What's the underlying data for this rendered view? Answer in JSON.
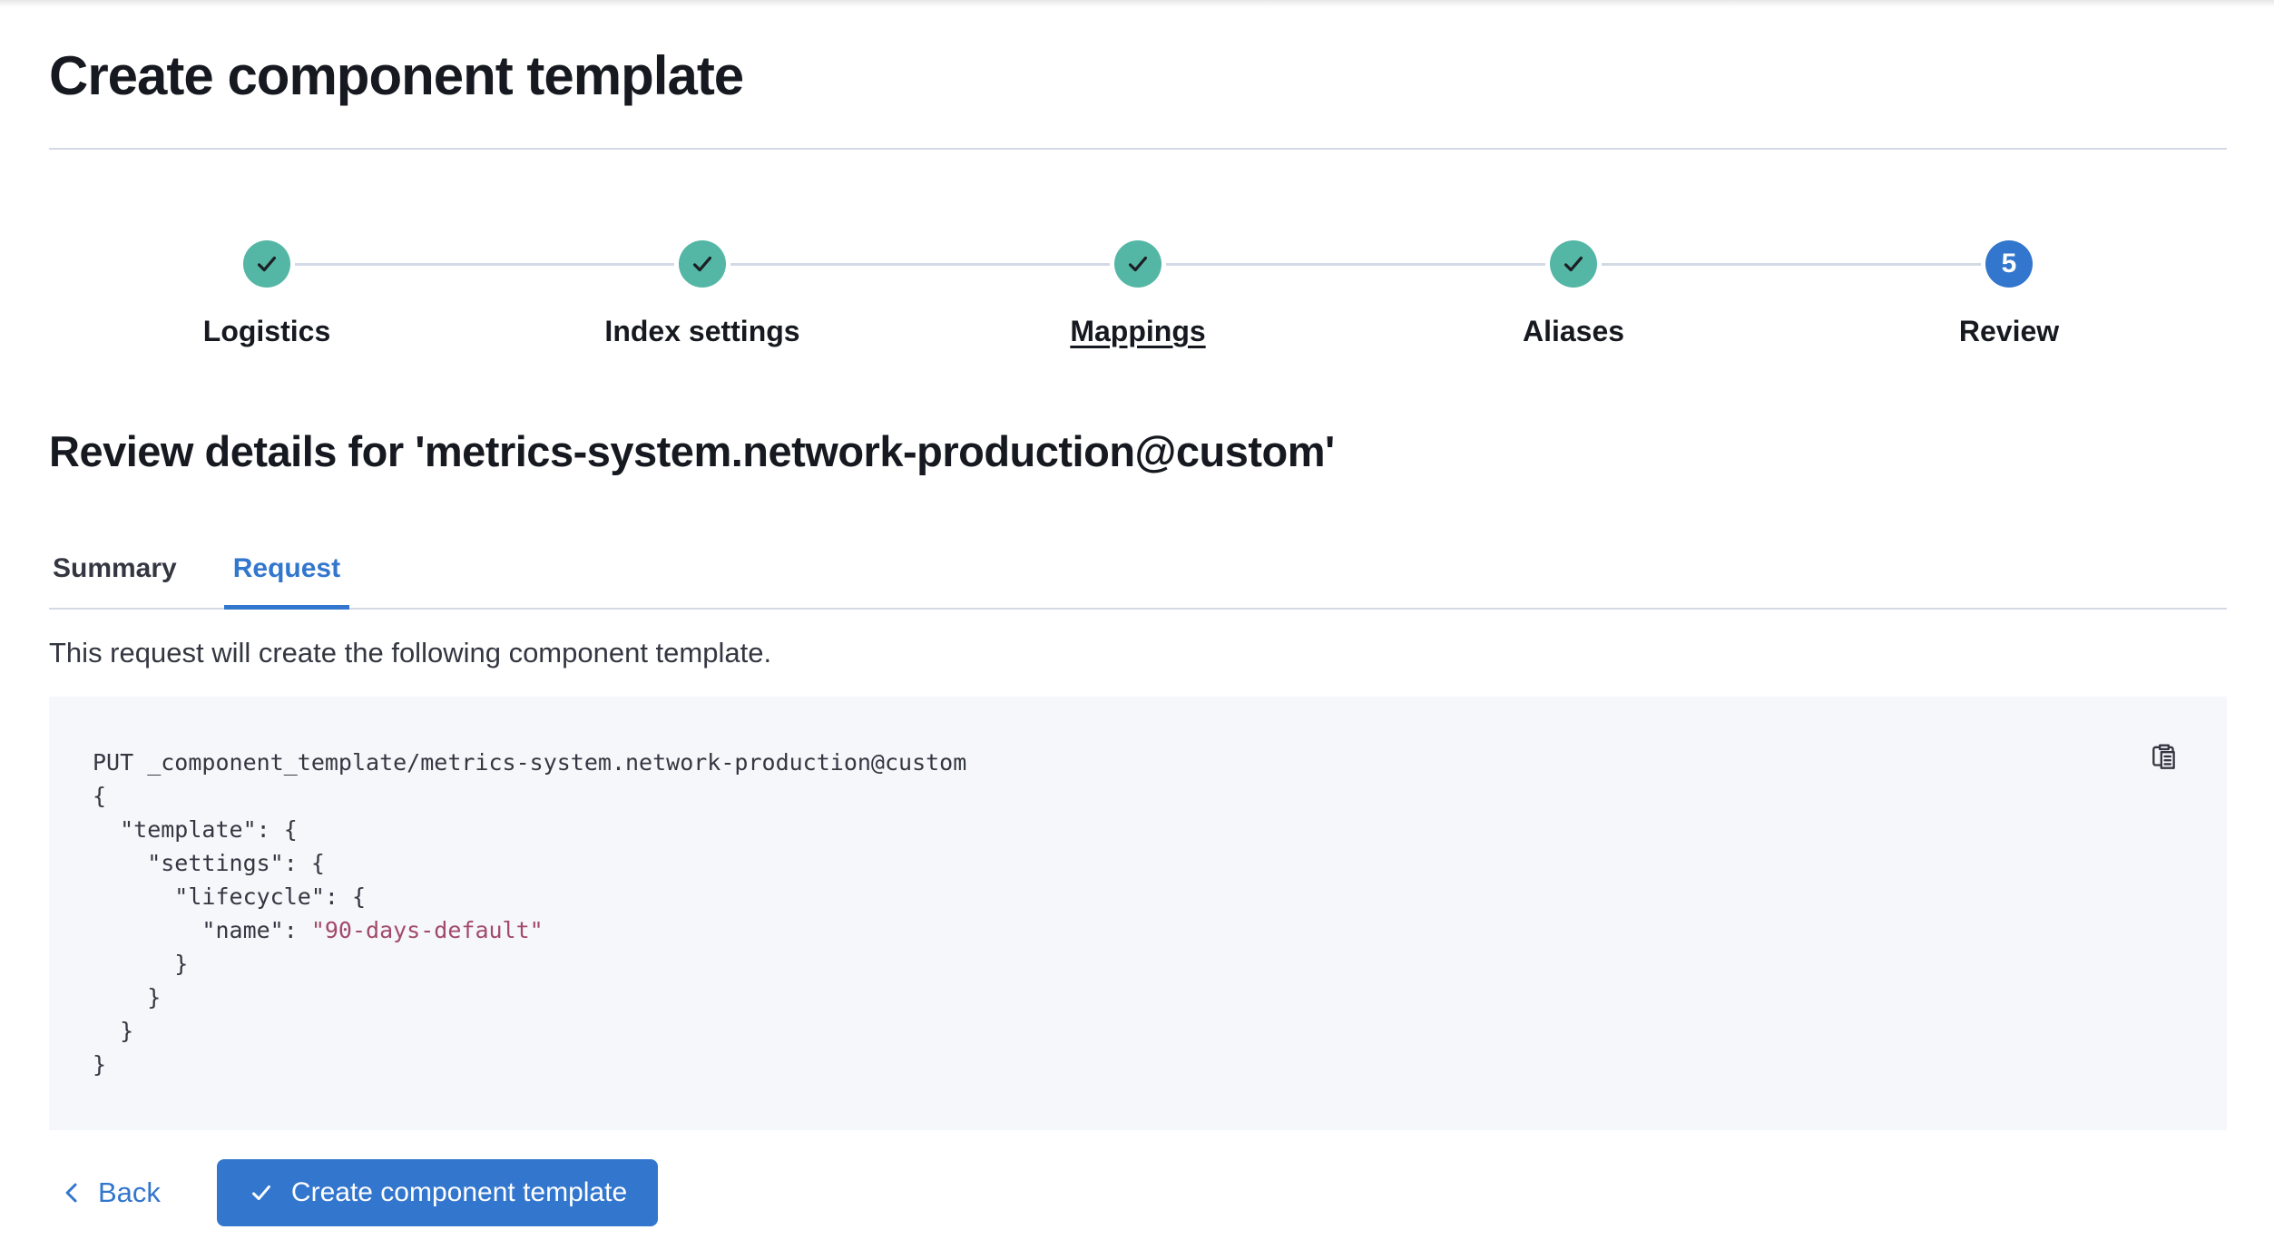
{
  "page": {
    "title": "Create component template",
    "review_heading": "Review details for 'metrics-system.network-production@custom'",
    "description": "This request will create the following component template."
  },
  "steps": {
    "items": [
      {
        "label": "Logistics",
        "state": "complete",
        "icon": "check-icon",
        "hovered": false,
        "interactable": true
      },
      {
        "label": "Index settings",
        "state": "complete",
        "icon": "check-icon",
        "hovered": false,
        "interactable": true
      },
      {
        "label": "Mappings",
        "state": "complete",
        "icon": "check-icon",
        "hovered": true,
        "interactable": true
      },
      {
        "label": "Aliases",
        "state": "complete",
        "icon": "check-icon",
        "hovered": false,
        "interactable": true
      },
      {
        "label": "Review",
        "state": "current",
        "number": "5",
        "hovered": false,
        "interactable": false
      }
    ]
  },
  "tabs": {
    "items": [
      {
        "label": "Summary",
        "active": false
      },
      {
        "label": "Request",
        "active": true
      }
    ]
  },
  "code_block": {
    "copy_icon": "copy-clipboard-icon",
    "lines": [
      {
        "segments": [
          {
            "text": "PUT _component_template/metrics-system.network-production@custom",
            "type": "plain"
          }
        ]
      },
      {
        "segments": [
          {
            "text": "{",
            "type": "plain"
          }
        ]
      },
      {
        "segments": [
          {
            "text": "  \"template\": {",
            "type": "plain"
          }
        ]
      },
      {
        "segments": [
          {
            "text": "    \"settings\": {",
            "type": "plain"
          }
        ]
      },
      {
        "segments": [
          {
            "text": "      \"lifecycle\": {",
            "type": "plain"
          }
        ]
      },
      {
        "segments": [
          {
            "text": "        \"name\": ",
            "type": "plain"
          },
          {
            "text": "\"90-days-default\"",
            "type": "string"
          }
        ]
      },
      {
        "segments": [
          {
            "text": "      }",
            "type": "plain"
          }
        ]
      },
      {
        "segments": [
          {
            "text": "    }",
            "type": "plain"
          }
        ]
      },
      {
        "segments": [
          {
            "text": "  }",
            "type": "plain"
          }
        ]
      },
      {
        "segments": [
          {
            "text": "}",
            "type": "plain"
          }
        ]
      }
    ]
  },
  "footer": {
    "back_label": "Back",
    "back_icon": "chevron-left-icon",
    "create_label": "Create component template",
    "create_icon": "check-icon"
  },
  "colors": {
    "primary": "#3276cd",
    "success": "#54b6a5",
    "border": "#d3dae6",
    "code_bg": "#f5f7fa",
    "code_text": "#343741",
    "code_string": "#a34a68",
    "heading_text": "#16191f",
    "body_text": "#343741"
  }
}
